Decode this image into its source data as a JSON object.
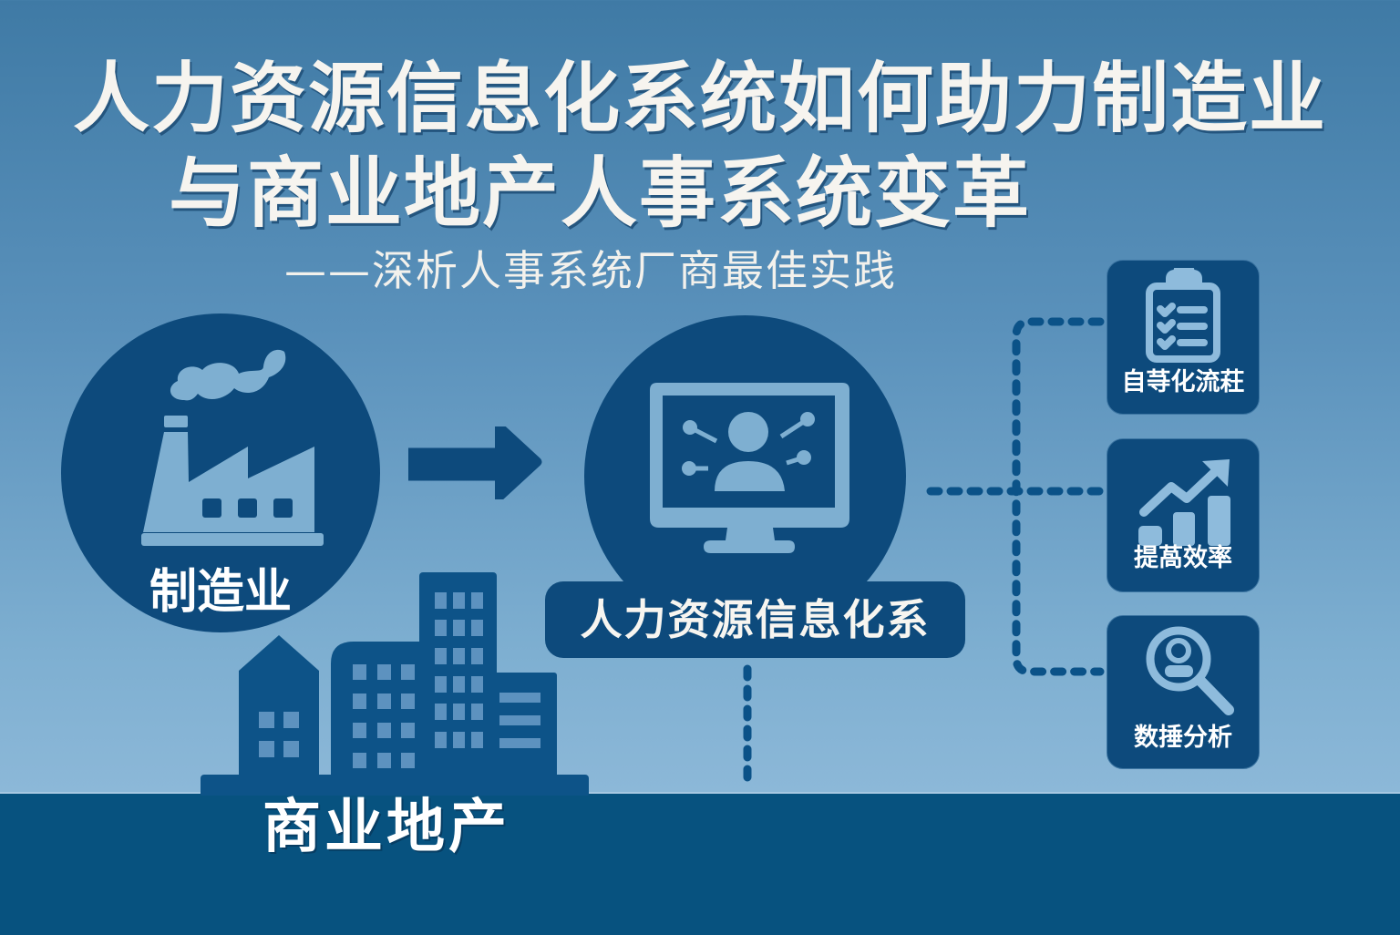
{
  "header": {
    "title_line1": "人力资源信息化系统如何助力制造业",
    "title_line2": "与商业地产人事系统变革",
    "subtitle": "——深析人事系统厂商最佳实践"
  },
  "diagram": {
    "source_nodes": [
      {
        "label": "制造业",
        "icon": "factory-icon"
      },
      {
        "label": "商业地产",
        "icon": "buildings-icon"
      }
    ],
    "flow_arrow": "arrow-right-icon",
    "central_node": {
      "label": "人力资源信息化系",
      "icon": "monitor-user-network-icon"
    },
    "features": [
      {
        "label": "自䒭化流荰",
        "icon": "clipboard-checklist-icon"
      },
      {
        "label": "提萵效率",
        "icon": "growth-chart-icon"
      },
      {
        "label": "数捶分析",
        "icon": "magnifier-user-icon"
      }
    ],
    "connector_style": "dashed"
  },
  "colors": {
    "background_top": "#3f7aa5",
    "background_bottom": "#8cb8d8",
    "node_fill": "#0d4a7c",
    "icon_fill": "#7eafd1",
    "ground": "#07527f",
    "text": "#f6f4ef"
  }
}
